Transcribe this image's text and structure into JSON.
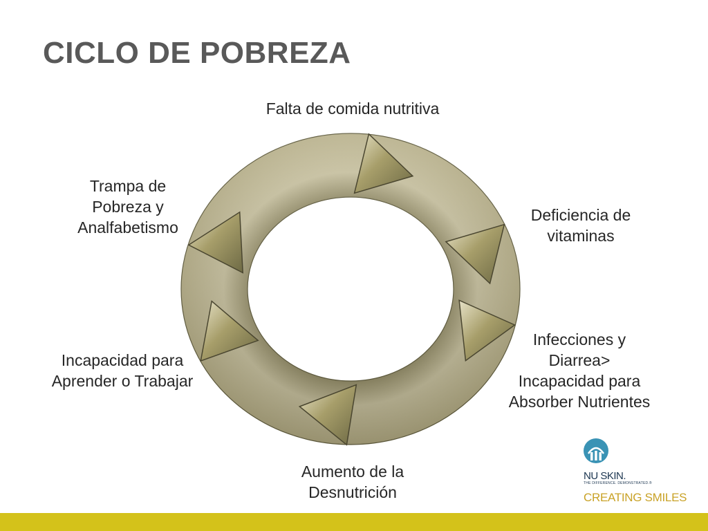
{
  "slide": {
    "title": "CICLO DE POBREZA"
  },
  "cycle": {
    "steps": [
      {
        "label": "Falta de comida nutritiva"
      },
      {
        "label": "Deficiencia de\nvitaminas"
      },
      {
        "label": "Infecciones y\nDiarrea>\nIncapacidad para\nAbsorber Nutrientes"
      },
      {
        "label": "Aumento de la\nDesnutrición"
      },
      {
        "label": "Incapacidad para\nAprender o Trabajar"
      },
      {
        "label": "Trampa de\nPobreza y\nAnalfabetismo"
      }
    ],
    "ring_color": "#c9c29f",
    "arrow_color": "#b0a776"
  },
  "logo": {
    "brand": "NU SKIN.",
    "tagline": "THE DIFFERENCE. DEMONSTRATED.®",
    "slogan": "CREATING SMILES"
  },
  "colors": {
    "title": "#595959",
    "bottom_bar": "#d4c21a",
    "logo_blue": "#3a93b5",
    "slogan_gold": "#c9a227"
  }
}
